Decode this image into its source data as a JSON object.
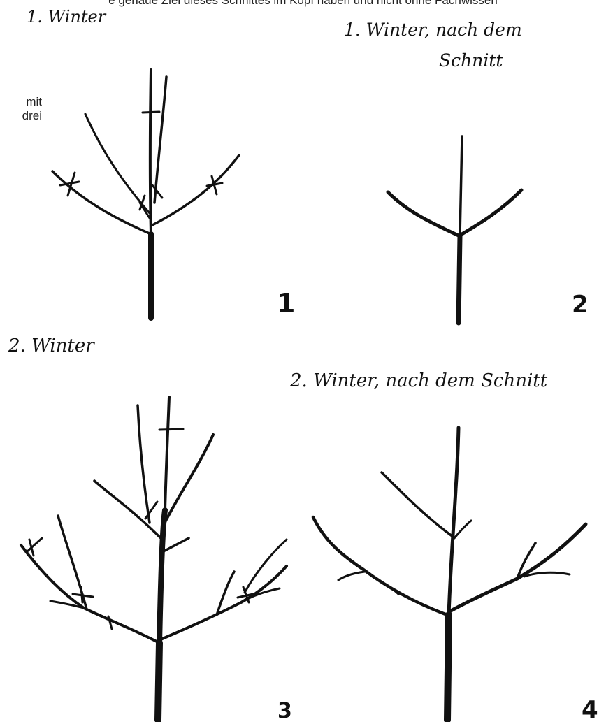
{
  "header": {
    "text": "e genaue Ziel dieses Schnittes im Kopf haben und nicht ohne Fachwissen"
  },
  "side": {
    "line1": "mit",
    "line2": "drei"
  },
  "panels": [
    {
      "title": "1. Winter",
      "number": "1"
    },
    {
      "title_line1": "1. Winter, nach dem",
      "title_line2": "Schnitt",
      "number": "2"
    },
    {
      "title": "2. Winter",
      "number": "3"
    },
    {
      "title": "2. Winter, nach dem Schnitt",
      "number": "4"
    }
  ]
}
